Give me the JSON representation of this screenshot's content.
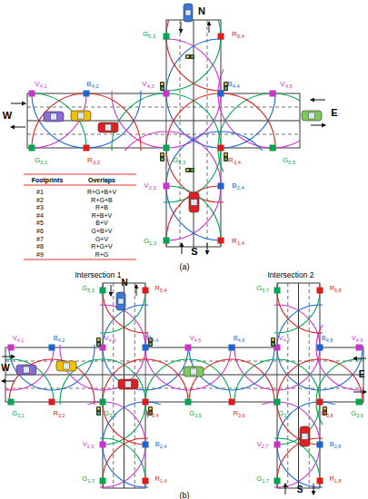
{
  "diagram": {
    "labels": [
      "N",
      "V4,1",
      "B4,2",
      "V4,3",
      "B4,4",
      "V4,5",
      "G5,3",
      "R5,4",
      "W",
      "E",
      "G3,1",
      "R3,2",
      "G3,3",
      "R3,4",
      "G3,5",
      "V2,3",
      "B2,4",
      "G1,3",
      "R1,4",
      "S",
      "Footprints",
      "Overlaps",
      "#1",
      "R+G+B+V",
      "#2",
      "R+G+B",
      "#3",
      "R+B",
      "#4",
      "R+B+V",
      "#5",
      "B+V",
      "#6",
      "G+B+V",
      "#7",
      "G+V",
      "#8",
      "R+G+V",
      "#9",
      "R+G",
      "(a)",
      "Intersection 1",
      "Intersection 2",
      "G5,3",
      "R5,4",
      "N",
      "G5,7",
      "R5,8",
      "V4,1",
      "B4,2",
      "V4,3",
      "B4,4",
      "V4,5",
      "B4,6",
      "V4,7",
      "B4,8",
      "V4,9",
      "W",
      "E",
      "G3,1",
      "R3,2",
      "G3,3",
      "R3,4",
      "G3,5",
      "R3,6",
      "G3,7",
      "R3,8",
      "G3,9",
      "V2,3",
      "B2,4",
      "V2,7",
      "B2,8",
      "G1,3",
      "R1,4",
      "G1,7",
      "R1,8",
      "S",
      "(b)"
    ]
  }
}
